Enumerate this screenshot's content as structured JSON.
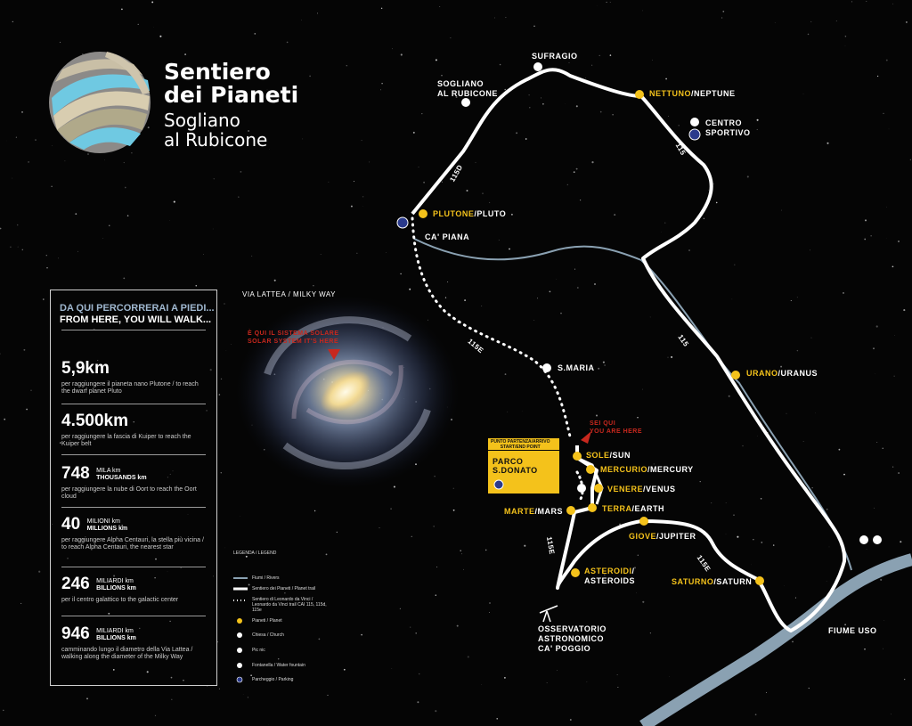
{
  "brand": {
    "title_line1": "Sentiero",
    "title_line2": "dei Pianeti",
    "subtitle_line1": "Sogliano",
    "subtitle_line2": "al Rubicone"
  },
  "panel": {
    "heading_it": "DA QUI PERCORRERAI A PIEDI...",
    "heading_en": "FROM HERE, YOU WILL WALK...",
    "stats": [
      {
        "value": "5,9km",
        "unit_it": "",
        "unit_en": "",
        "desc": "per raggiungere il pianeta nano Plutone / to reach the dwarf planet Pluto"
      },
      {
        "value": "4.500km",
        "unit_it": "",
        "unit_en": "",
        "desc": "per raggiungere la fascia di Kuiper to reach the Kuiper belt"
      },
      {
        "value": "748",
        "unit_it": "MILA km",
        "unit_en": "THOUSANDS km",
        "desc": "per raggiungere la nube di Oort to reach the Oort cloud"
      },
      {
        "value": "40",
        "unit_it": "MILIONI km",
        "unit_en": "MILLIONS km",
        "desc": "per raggiungere Alpha Centauri, la stella più vicina / to reach Alpha Centauri, the nearest star"
      },
      {
        "value": "246",
        "unit_it": "MILIARDI km",
        "unit_en": "BILLIONS km",
        "desc": "per il centro galattico to the galactic center"
      },
      {
        "value": "946",
        "unit_it": "MILIARDI km",
        "unit_en": "BILLIONS km",
        "desc": "camminando lungo il diametro della Via Lattea / walking along the diameter of the Milky Way"
      }
    ]
  },
  "galaxy": {
    "label": "VIA LATTEA / MILKY WAY",
    "here_it": "È QUI IL SISTEMA SOLARE",
    "here_en": "SOLAR SYSTEM IT'S HERE"
  },
  "legend": {
    "title": "LEGENDA / LEGEND",
    "items": [
      "Fiumi / Rivers",
      "Sentiero dei Pianeti / Planet trail",
      "Sentiero di Leonardo da Vinci / Leonardo da Vinci trail CAI 115, 115d, 115e",
      "Pianeti / Planet",
      "Chiesa / Church",
      "Pic nic",
      "Fontanella / Water fountain",
      "Parcheggio / Parking"
    ]
  },
  "map": {
    "places": {
      "sogliano": [
        "SOGLIANO",
        "AL RUBICONE"
      ],
      "suffragio": "SUFRAGIO",
      "centro": [
        "CENTRO",
        "SPORTIVO"
      ],
      "ca_piana": "CA' PIANA",
      "s_maria": "S.MARIA",
      "osservatorio": [
        "OSSERVATORIO",
        "ASTRONOMICO",
        "CA' POGGIO"
      ],
      "fiume": "FIUME USO",
      "parco": [
        "PARCO",
        "S.DONATO"
      ],
      "start_it": "PUNTO PARTENZA/ARRIVO",
      "start_en": "START/END POINT",
      "here_it": "SEI QUI",
      "here_en": "YOU ARE HERE"
    },
    "roads": {
      "r115": "115",
      "r115d": "115D",
      "r115e": "115E"
    },
    "planets": [
      {
        "it": "PLUTONE",
        "en": "PLUTO"
      },
      {
        "it": "NETTUNO",
        "en": "NEPTUNE"
      },
      {
        "it": "URANO",
        "en": "URANUS"
      },
      {
        "it": "SATURNO",
        "en": "SATURN"
      },
      {
        "it": "GIOVE",
        "en": "JUPITER"
      },
      {
        "it": "ASTEROIDI",
        "en": "ASTEROIDS"
      },
      {
        "it": "MARTE",
        "en": "MARS"
      },
      {
        "it": "TERRA",
        "en": "EARTH"
      },
      {
        "it": "VENERE",
        "en": "VENUS"
      },
      {
        "it": "MERCURIO",
        "en": "MERCURY"
      },
      {
        "it": "SOLE",
        "en": "SUN"
      }
    ]
  },
  "colors": {
    "accent": "#f4c21b",
    "river": "#8aa1b2",
    "marker_red": "#c8281e",
    "parking": "#2a3a8c"
  }
}
